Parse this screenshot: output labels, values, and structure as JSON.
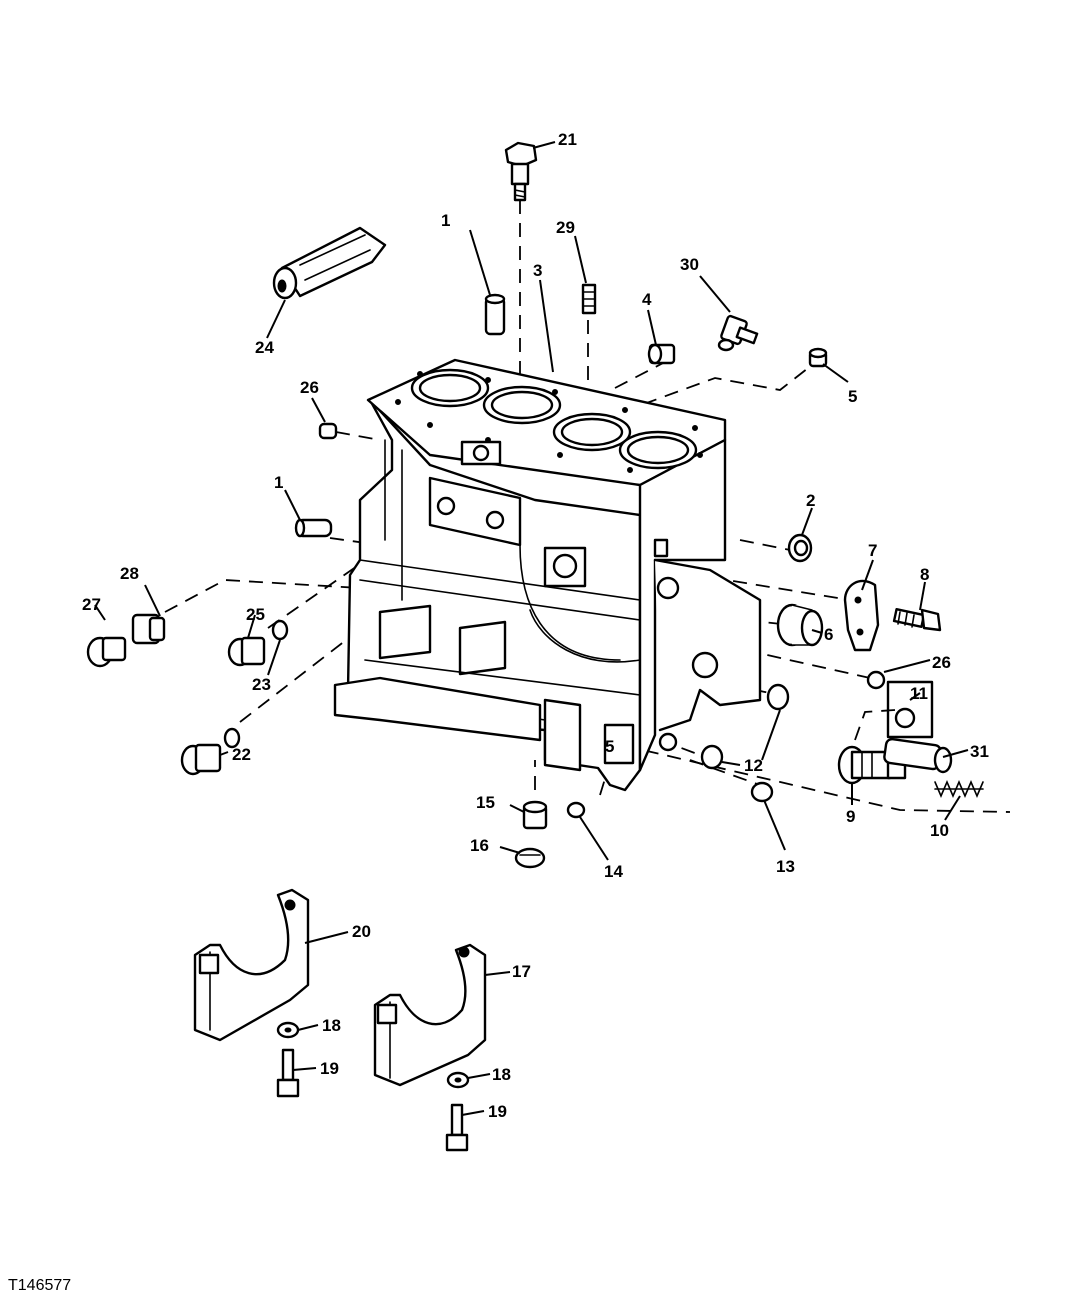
{
  "figure_id": "T146577",
  "callouts": {
    "c1_top": "1",
    "c1_side": "1",
    "c2": "2",
    "c3": "3",
    "c4": "4",
    "c5_top": "5",
    "c5_low": "5",
    "c6": "6",
    "c7": "7",
    "c8": "8",
    "c9": "9",
    "c10": "10",
    "c11": "11",
    "c12": "12",
    "c13": "13",
    "c14": "14",
    "c15": "15",
    "c16": "16",
    "c17": "17",
    "c18_a": "18",
    "c18_b": "18",
    "c19_a": "19",
    "c19_b": "19",
    "c20": "20",
    "c21": "21",
    "c22": "22",
    "c23": "23",
    "c24": "24",
    "c25": "25",
    "c26_left": "26",
    "c26_right": "26",
    "c27": "27",
    "c28": "28",
    "c29": "29",
    "c30": "30",
    "c31": "31"
  },
  "colors": {
    "line": "#000000",
    "background": "#ffffff"
  }
}
